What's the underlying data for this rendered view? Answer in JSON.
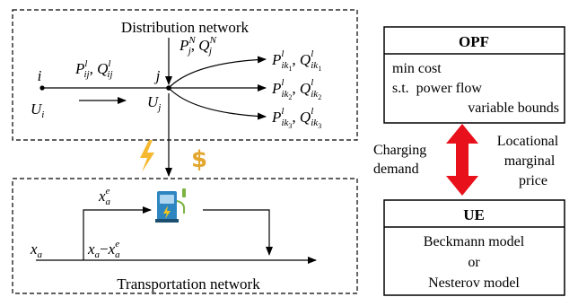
{
  "distribution": {
    "title": "Distribution network",
    "node_i": "i",
    "node_j": "j",
    "voltage_i": "U",
    "voltage_i_sub": "i",
    "voltage_j": "U",
    "voltage_j_sub": "j",
    "line_flow": {
      "p": "P",
      "p_sub": "ij",
      "p_sup": "l",
      "sep": ", ",
      "q": "Q",
      "q_sub": "ij",
      "q_sup": "l"
    },
    "injection": {
      "p": "P",
      "p_sub": "j",
      "p_sup": "N",
      "sep": ", ",
      "q": "Q",
      "q_sub": "j",
      "q_sup": "N"
    },
    "branches": [
      {
        "p": "P",
        "p_sub": "ik",
        "p_subsub": "1",
        "p_sup": "l",
        "sep": ", ",
        "q": "Q",
        "q_sub": "ik",
        "q_subsub": "1",
        "q_sup": "l"
      },
      {
        "p": "P",
        "p_sub": "ik",
        "p_subsub": "2",
        "p_sup": "l",
        "sep": ", ",
        "q": "Q",
        "q_sub": "ik",
        "q_subsub": "2",
        "q_sup": "l"
      },
      {
        "p": "P",
        "p_sub": "ik",
        "p_subsub": "3",
        "p_sup": "l",
        "sep": ", ",
        "q": "Q",
        "q_sub": "ik",
        "q_subsub": "3",
        "q_sup": "l"
      }
    ]
  },
  "transportation": {
    "title": "Transportation network",
    "flow_in": {
      "base": "x",
      "sub": "a"
    },
    "flow_ev": {
      "base": "x",
      "sub": "a",
      "sup": "e"
    },
    "flow_rest": {
      "base": "x",
      "sub": "a",
      "minus": "−",
      "base2": "x",
      "sub2": "a",
      "sup2": "e"
    }
  },
  "icons": {
    "lightning": "⚡",
    "dollar": "$"
  },
  "opf": {
    "title": "OPF",
    "lines": [
      "min cost",
      "s.t.  power flow",
      "variable bounds"
    ]
  },
  "ue": {
    "title": "UE",
    "lines": [
      "Beckmann model",
      "or",
      "Nesterov model"
    ]
  },
  "arrow_labels": {
    "left": [
      "Charging",
      "demand"
    ],
    "right": [
      "Locational",
      "marginal",
      "price"
    ]
  },
  "colors": {
    "lightning": "#F5B82E",
    "dollar": "#E3A72F",
    "double_arrow": "#E8101A",
    "charger_body": "#2E86C1",
    "charger_bolt": "#F5C518",
    "charger_plug": "#7CB342"
  }
}
